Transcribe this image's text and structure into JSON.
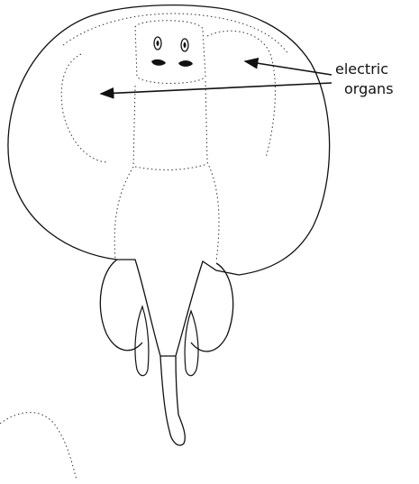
{
  "figure": {
    "subject": "electric ray",
    "annotation": {
      "line1": "electric",
      "line2": "organs"
    },
    "ink_color": "#111111",
    "background": "#ffffff"
  }
}
